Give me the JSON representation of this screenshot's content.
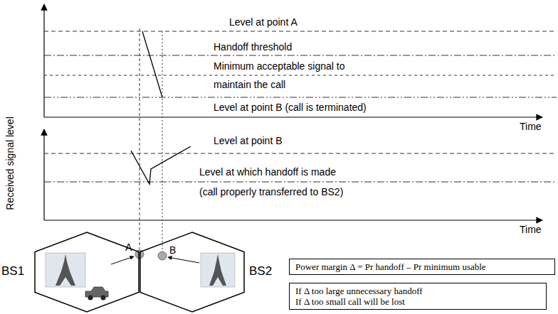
{
  "diagram": {
    "nodes": [
      {
        "text": [
          "BS1"
        ]
      },
      {
        "text": [
          "BS2"
        ]
      },
      {
        "text": [
          "Power margin Δ = Pr handoff – Pr minimum usable"
        ]
      },
      {
        "text": [
          "If Δ too large unnecessary handoff",
          "If Δ too small call will be lost"
        ]
      }
    ],
    "labels": [
      "Level at point A",
      "Handoff threshold",
      "Minimum acceptable signal to maintain the call",
      "Level at point B (call is terminated)",
      "Time",
      "Received signal level",
      "Level at point B",
      "Level at which handoff is made",
      "(call properly transferred to BS2)",
      "Time",
      "A",
      "B"
    ]
  }
}
